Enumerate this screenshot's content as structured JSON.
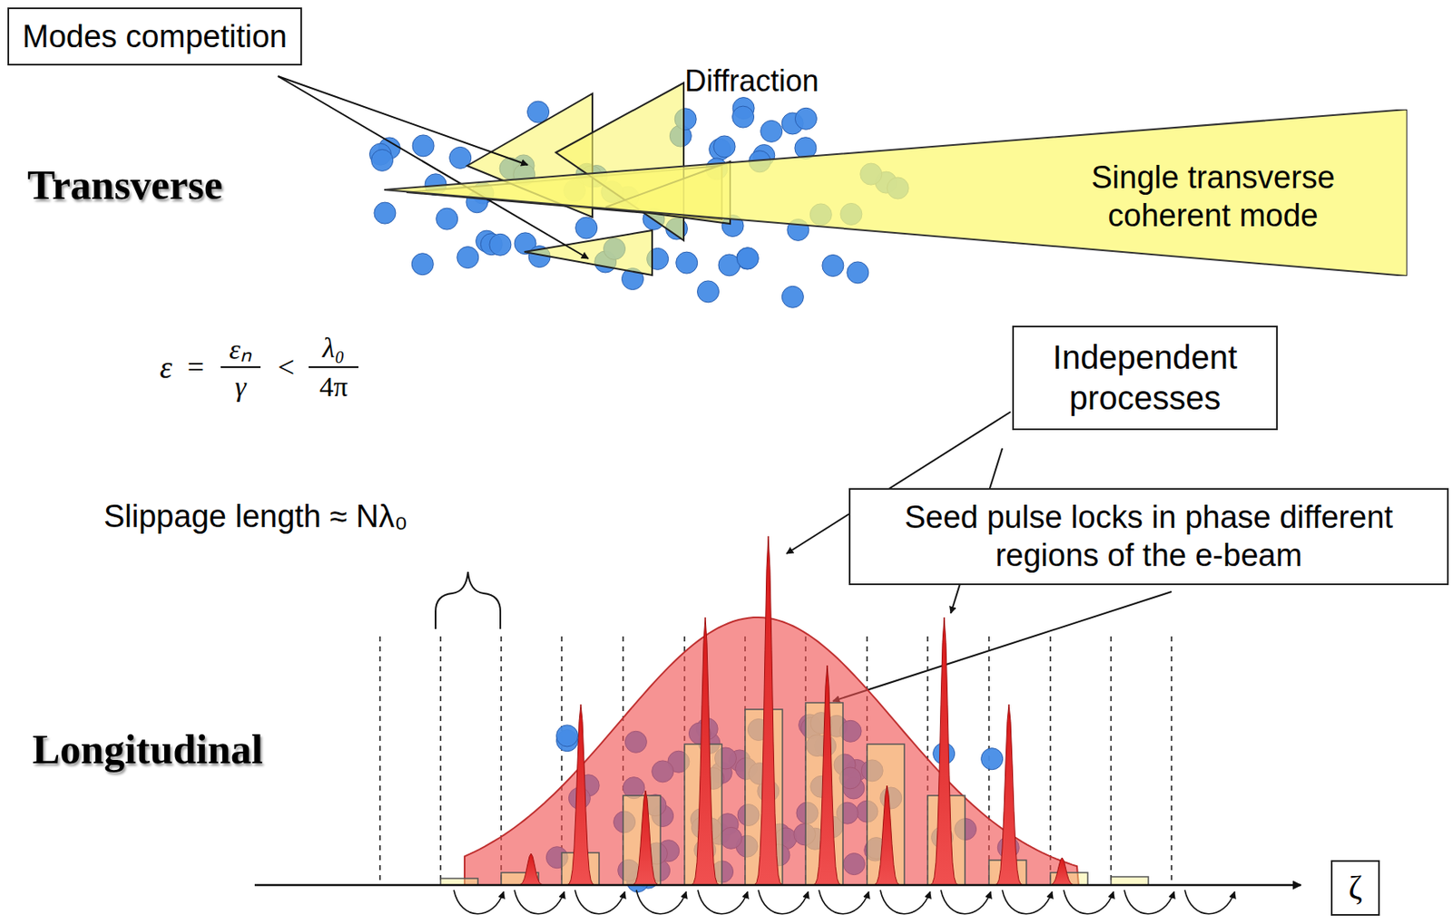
{
  "diagram": {
    "nodes": [
      {
        "text": [
          "Modes competition"
        ]
      },
      {
        "text": [
          "Single transverse coherent mode"
        ]
      },
      {
        "text": [
          "Independent processes"
        ]
      },
      {
        "text": [
          "Seed pulse locks in phase different regions of the e-beam"
        ]
      },
      {
        "text": [
          "ζ"
        ]
      }
    ],
    "labels": [
      "Transverse",
      "Diffraction",
      "ε",
      "=",
      "εₙ",
      "γ",
      "<",
      "λ₀",
      "4π",
      "Slippage length ≈ Nλ₀",
      "Longitudinal"
    ]
  }
}
